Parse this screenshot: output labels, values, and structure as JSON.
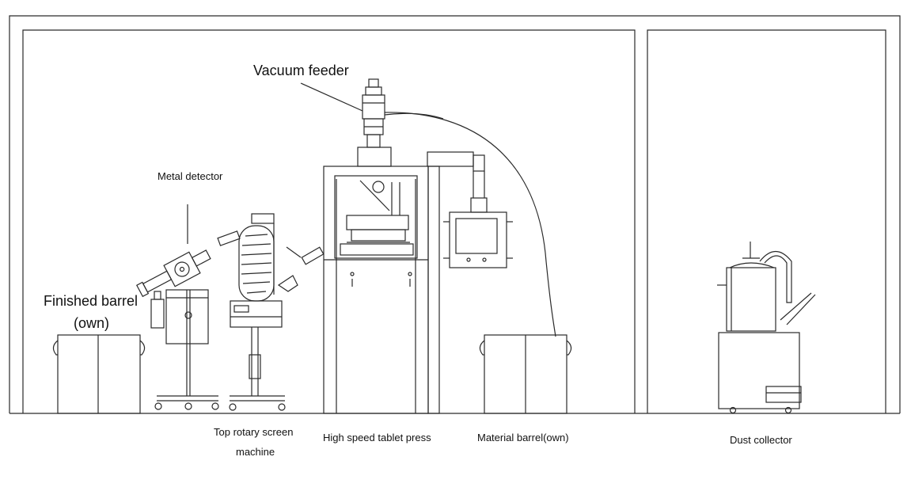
{
  "labels": {
    "vacuum_feeder": "Vacuum feeder",
    "metal_detector": "Metal detector",
    "finished_barrel_line1": "Finished barrel",
    "finished_barrel_line2": "(own)",
    "top_rotary_line1": "Top rotary screen",
    "top_rotary_line2": "machine",
    "tablet_press": "High speed tablet press",
    "material_barrel": "Material barrel(own)",
    "dust_collector": "Dust collector"
  },
  "colors": {
    "line": "#2a2a2a",
    "background": "#ffffff"
  }
}
